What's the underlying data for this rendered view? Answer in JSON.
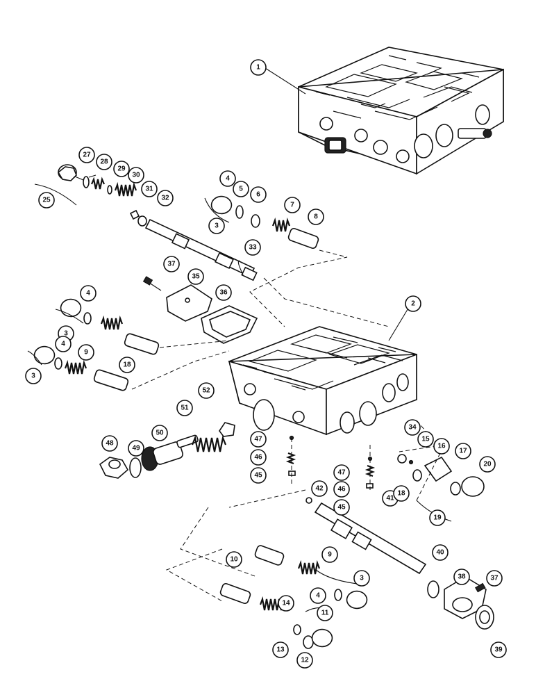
{
  "callouts": [
    "1",
    "2",
    "3",
    "4",
    "5",
    "6",
    "7",
    "8",
    "9",
    "10",
    "11",
    "12",
    "13",
    "14",
    "15",
    "16",
    "17",
    "18",
    "19",
    "20",
    "25",
    "27",
    "28",
    "29",
    "30",
    "31",
    "32",
    "33",
    "34",
    "35",
    "36",
    "37",
    "38",
    "39",
    "40",
    "41",
    "42",
    "45",
    "46",
    "47",
    "48",
    "49",
    "50",
    "51",
    "52"
  ]
}
